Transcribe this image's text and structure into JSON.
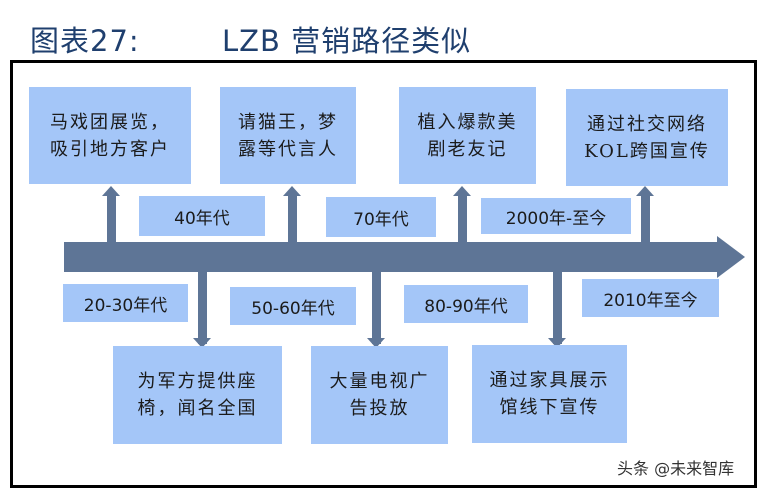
{
  "header": {
    "figure_label": "图表27:",
    "title": "LZB 营销路径类似"
  },
  "timeline": {
    "axis_color": "#5e7596",
    "box_color": "#a4c6f8",
    "direction": "left-to-right",
    "events": [
      {
        "era": "20-30年代",
        "text": "马戏团展览，\n吸引地方客户",
        "position": "above"
      },
      {
        "era": "40年代",
        "text": "为军方提供座\n椅，闻名全国",
        "position": "below"
      },
      {
        "era": "50-60年代",
        "text": "请猫王，梦\n露等代言人",
        "position": "above"
      },
      {
        "era": "70年代",
        "text": "大量电视广\n告投放",
        "position": "below"
      },
      {
        "era": "80-90年代",
        "text": "植入爆款美\n剧老友记",
        "position": "above"
      },
      {
        "era": "2000年-至今",
        "text": "通过家具展示\n馆线下宣传",
        "position": "below"
      },
      {
        "era": "2010年至今",
        "text": "通过社交网络\nKOL跨国宣传",
        "position": "above"
      }
    ]
  },
  "watermark": "头条 @未来智库"
}
